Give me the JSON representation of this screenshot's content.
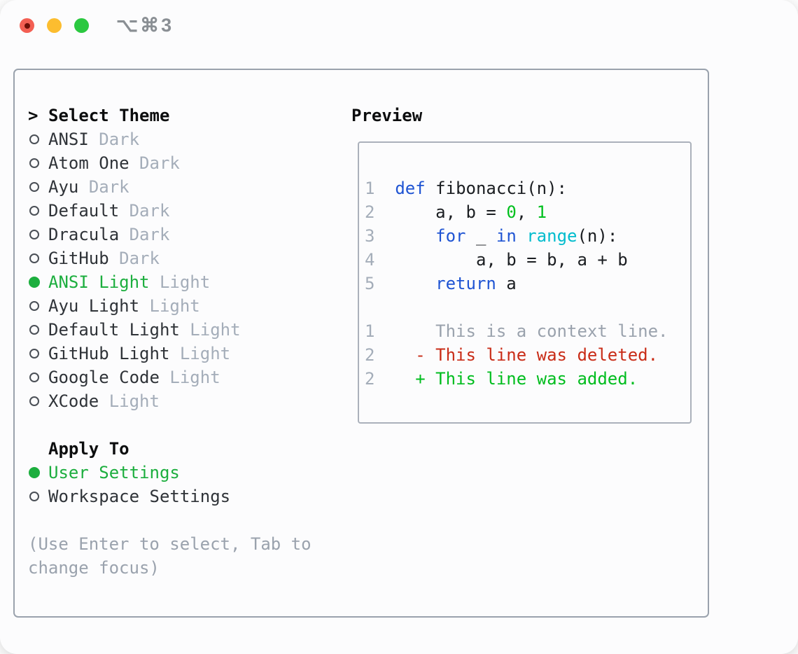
{
  "palette": {
    "kw": "#1f54d3",
    "fn": "#00bccd",
    "num": "#00c01e",
    "plain": "#1a1d21",
    "ctx": "#9aa2ad",
    "del": "#c92c17",
    "add": "#00bd1e",
    "gutter": "#a4adb9",
    "ui_green": "#1cae3e",
    "item_text": "#2f3338",
    "muted": "#a4adb9",
    "help_gray": "#9aa2ad"
  },
  "titlebar": {
    "shortcut": "⌥⌘3"
  },
  "theme_panel": {
    "prompt": ">",
    "header": "Select Theme",
    "themes": [
      {
        "name": "ANSI",
        "variant": "Dark",
        "selected": false
      },
      {
        "name": "Atom One",
        "variant": "Dark",
        "selected": false
      },
      {
        "name": "Ayu",
        "variant": "Dark",
        "selected": false
      },
      {
        "name": "Default",
        "variant": "Dark",
        "selected": false
      },
      {
        "name": "Dracula",
        "variant": "Dark",
        "selected": false
      },
      {
        "name": "GitHub",
        "variant": "Dark",
        "selected": false
      },
      {
        "name": "ANSI Light",
        "variant": "Light",
        "selected": true
      },
      {
        "name": "Ayu Light",
        "variant": "Light",
        "selected": false
      },
      {
        "name": "Default Light",
        "variant": "Light",
        "selected": false
      },
      {
        "name": "GitHub Light",
        "variant": "Light",
        "selected": false
      },
      {
        "name": "Google Code",
        "variant": "Light",
        "selected": false
      },
      {
        "name": "XCode",
        "variant": "Light",
        "selected": false
      }
    ],
    "apply_header": "Apply To",
    "apply_options": [
      {
        "label": "User Settings",
        "selected": true
      },
      {
        "label": "Workspace Settings",
        "selected": false
      }
    ],
    "help_lines": [
      "(Use Enter to select, Tab to",
      "change focus)"
    ]
  },
  "preview": {
    "header": "Preview",
    "lines": [
      {
        "num": "1",
        "tokens": [
          {
            "t": "def",
            "c": "kw"
          },
          {
            "t": " fibonacci(n):",
            "c": "plain"
          }
        ]
      },
      {
        "num": "2",
        "tokens": [
          {
            "t": "    a, b = ",
            "c": "plain"
          },
          {
            "t": "0",
            "c": "num"
          },
          {
            "t": ", ",
            "c": "plain"
          },
          {
            "t": "1",
            "c": "num"
          }
        ]
      },
      {
        "num": "3",
        "tokens": [
          {
            "t": "    ",
            "c": "plain"
          },
          {
            "t": "for",
            "c": "kw"
          },
          {
            "t": " _ ",
            "c": "plain"
          },
          {
            "t": "in",
            "c": "kw"
          },
          {
            "t": " ",
            "c": "plain"
          },
          {
            "t": "range",
            "c": "fn"
          },
          {
            "t": "(n):",
            "c": "plain"
          }
        ]
      },
      {
        "num": "4",
        "tokens": [
          {
            "t": "        a, b = b, a + b",
            "c": "plain"
          }
        ]
      },
      {
        "num": "5",
        "tokens": [
          {
            "t": "    ",
            "c": "plain"
          },
          {
            "t": "return",
            "c": "kw"
          },
          {
            "t": " a",
            "c": "plain"
          }
        ]
      },
      {
        "num": "",
        "tokens": []
      },
      {
        "num": "1",
        "tokens": [
          {
            "t": "    This is a context line.",
            "c": "ctx"
          }
        ]
      },
      {
        "num": "2",
        "tokens": [
          {
            "t": "  - This line was deleted.",
            "c": "del"
          }
        ]
      },
      {
        "num": "2",
        "tokens": [
          {
            "t": "  + This line was added.",
            "c": "add"
          }
        ]
      }
    ]
  }
}
